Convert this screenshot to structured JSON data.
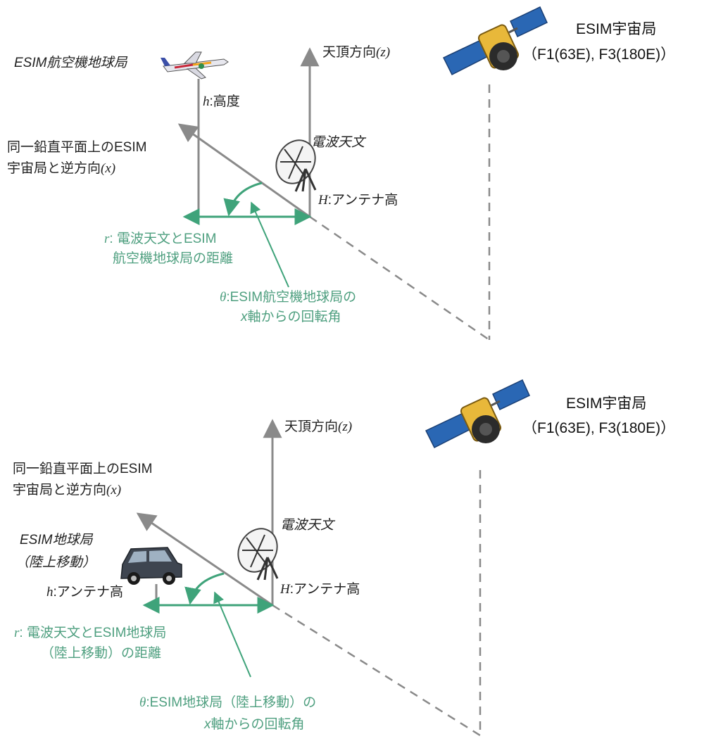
{
  "colors": {
    "axis": "#8a8a8a",
    "green": "#3fa37a",
    "green_text": "#4e9f7f",
    "text": "#222222"
  },
  "top": {
    "aircraft_label": "ESIM航空機地球局",
    "height_var": "h",
    "height_text": ":高度",
    "zenith_text": "天頂方向",
    "zenith_var": "(z)",
    "satellite_label_1": "ESIM宇宙局",
    "satellite_label_2": "（F1(63E), F3(180E)）",
    "x_axis_line1": "同一鉛直平面上のESIM",
    "x_axis_line2": "宇宙局と逆方向",
    "x_axis_var": "(x)",
    "radio_astronomy": "電波天文",
    "antenna_var": "H",
    "antenna_text": ":アンテナ高",
    "r_var": "r",
    "r_line1": ": 電波天文とESIM",
    "r_line2": "航空機地球局の距離",
    "theta_var": "θ",
    "theta_line1": ":ESIM航空機地球局の",
    "theta_line2_var": "x",
    "theta_line2": "軸からの回転角"
  },
  "bottom": {
    "zenith_text": "天頂方向",
    "zenith_var": "(z)",
    "satellite_label_1": "ESIM宇宙局",
    "satellite_label_2": "（F1(63E), F3(180E)）",
    "x_axis_line1": "同一鉛直平面上のESIM",
    "x_axis_line2": "宇宙局と逆方向",
    "x_axis_var": "(x)",
    "vehicle_label_1": "ESIM地球局",
    "vehicle_label_2": "（陸上移動）",
    "radio_astronomy": "電波天文",
    "h_var": "h",
    "h_text": ":アンテナ高",
    "antenna_var": "H",
    "antenna_text": ":アンテナ高",
    "r_var": "r",
    "r_line1": ": 電波天文とESIM地球局",
    "r_line2": "（陸上移動）の距離",
    "theta_var": "θ",
    "theta_line1": ":ESIM地球局（陸上移動）の",
    "theta_line2_var": "x",
    "theta_line2": "軸からの回転角"
  }
}
